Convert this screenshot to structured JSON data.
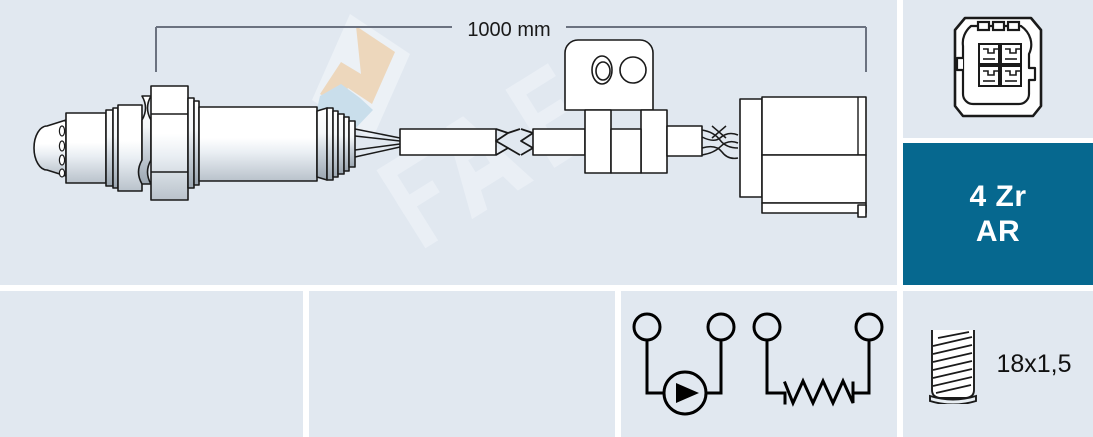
{
  "product": {
    "type": "lambda-oxygen-sensor",
    "cable_length_label": "1000 mm"
  },
  "badge": {
    "line1": "4 Zr",
    "line2": "AR",
    "background_color": "#06688f",
    "text_color": "#ffffff"
  },
  "thread": {
    "spec_label": "18x1,5",
    "icon": "threaded-bolt-icon"
  },
  "connector": {
    "icon": "4-pin-connector-face-icon",
    "pin_count": 4
  },
  "schematic": {
    "sensor_element_icon": "sensor-element-symbol",
    "heater_icon": "heater-resistor-symbol",
    "terminal_count": 4
  },
  "watermark": {
    "brand": "FAE",
    "arrow_top_color": "#f0d5b4",
    "arrow_bottom_color": "#c5ddeb"
  },
  "colors": {
    "panel_background": "#e1e8f0",
    "sheet_background": "#ffffff",
    "line_color": "#1a1a1a",
    "dimension_line_color": "#6b7280"
  },
  "empty_panels": [
    "",
    ""
  ]
}
